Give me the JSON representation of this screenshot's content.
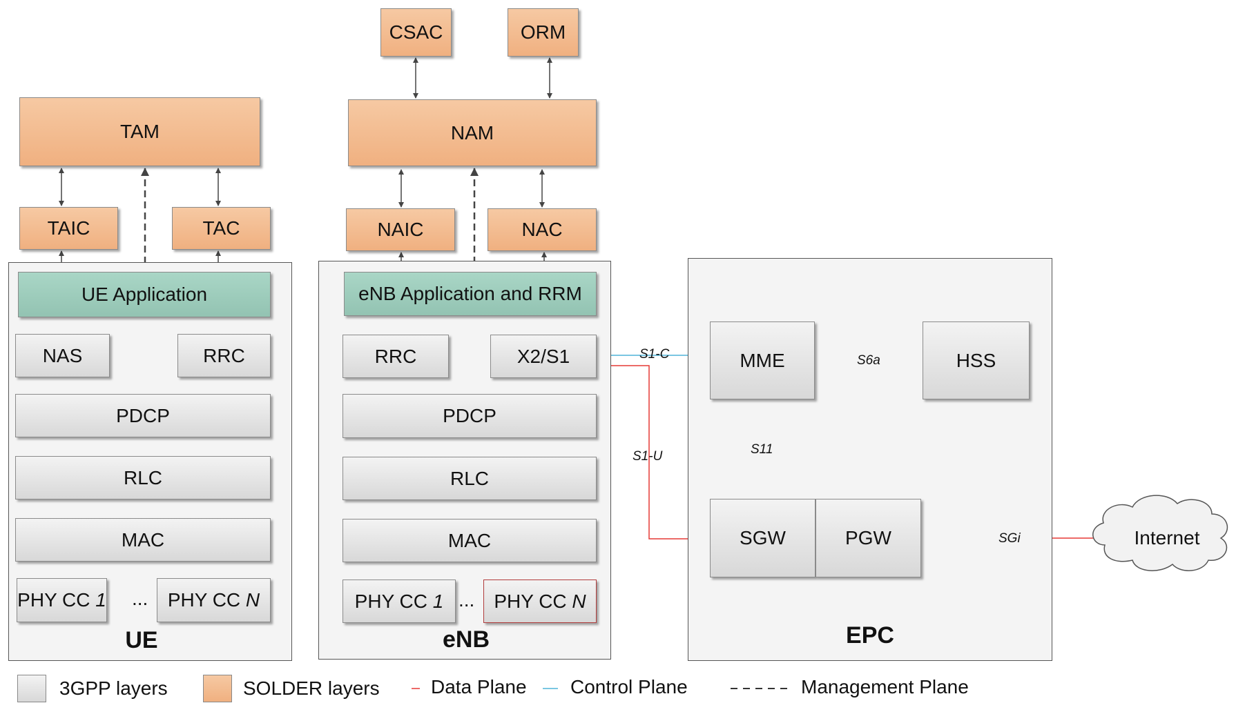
{
  "nodes": {
    "ue": "UE",
    "enb": "eNB",
    "epc": "EPC"
  },
  "solder": {
    "tam": "TAM",
    "taic": "TAIC",
    "tac": "TAC",
    "nam": "NAM",
    "csac": "CSAC",
    "orm": "ORM",
    "naic": "NAIC",
    "nac": "NAC"
  },
  "ue": {
    "application": "UE Application",
    "nas": "NAS",
    "rrc": "RRC",
    "pdcp": "PDCP",
    "rlc": "RLC",
    "mac": "MAC",
    "phy1_prefix": "PHY CC ",
    "phy1_index": "1",
    "phyn_prefix": "PHY CC ",
    "phyn_index": "N",
    "ellipsis": "..."
  },
  "enb": {
    "application": "eNB Application and RRM",
    "rrc": "RRC",
    "x2s1": "X2/S1",
    "pdcp": "PDCP",
    "rlc": "RLC",
    "mac": "MAC",
    "phy1_prefix": "PHY CC ",
    "phy1_index": "1",
    "phyn_prefix": "PHY CC ",
    "phyn_index": "N",
    "ellipsis": "..."
  },
  "epc": {
    "mme": "MME",
    "hss": "HSS",
    "sgw": "SGW",
    "pgw": "PGW"
  },
  "internet": "Internet",
  "interfaces": {
    "s1c": "S1-C",
    "s1u": "S1-U",
    "s6a": "S6a",
    "s11": "S11",
    "sgi": "SGi"
  },
  "legend": {
    "gpp": "3GPP layers",
    "solder": "SOLDER layers",
    "data": "Data Plane",
    "control": "Control Plane",
    "management": "Management Plane"
  },
  "colors": {
    "solder_fill": "#f0b080",
    "gpp_fill": "#e2e2e2",
    "app_fill": "#9ccbba",
    "data_plane": "#e53935",
    "control_plane": "#4fb3d9",
    "control_arrow": "#1f4e8c",
    "management": "#333333"
  }
}
